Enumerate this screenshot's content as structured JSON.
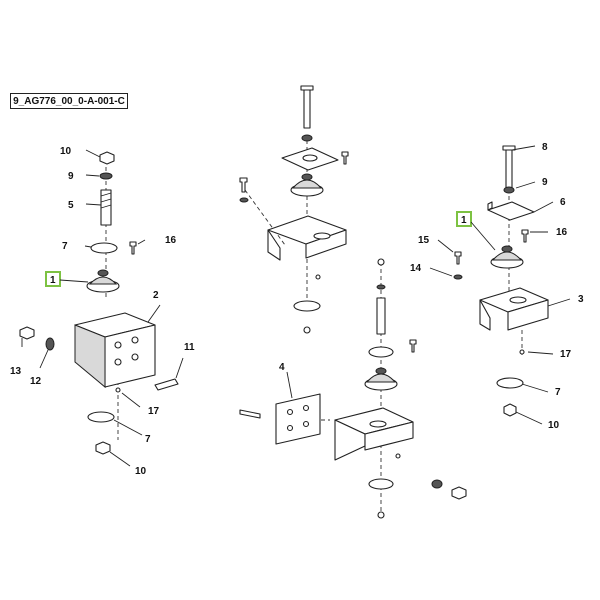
{
  "reference_code": "9_AG776_00_0-A-001-C",
  "callouts": {
    "l10": "10",
    "l9": "9",
    "l5": "5",
    "l7": "7",
    "l16": "16",
    "l1": "1",
    "l2": "2",
    "l13": "13",
    "l12": "12",
    "l11": "11",
    "l17": "17",
    "l7b": "7",
    "l10b": "10",
    "l4": "4",
    "l8": "8",
    "l9r": "9",
    "l6": "6",
    "l1r": "1",
    "l15": "15",
    "l16r": "16",
    "l14": "14",
    "l3": "3",
    "l17r": "17",
    "l7r": "7",
    "l10r": "10"
  },
  "highlight_color": "#7dc242"
}
